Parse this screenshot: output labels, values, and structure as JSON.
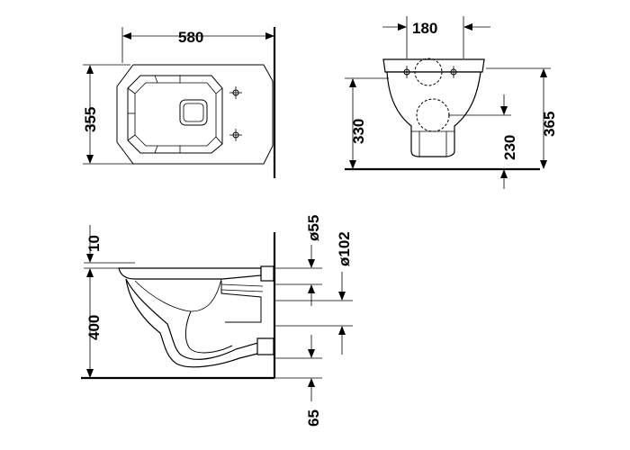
{
  "top_view": {
    "width": "580",
    "depth": "355"
  },
  "front_view": {
    "width": "180",
    "outlet_height": "330",
    "total_height": "365",
    "inlet_height": "230"
  },
  "side_view": {
    "top_offset": "10",
    "height": "400",
    "floor_offset": "65",
    "d55": "ø55",
    "d102": "ø102"
  },
  "icons": [
    "arrow-head-icon",
    "fixing-hole-icon"
  ]
}
